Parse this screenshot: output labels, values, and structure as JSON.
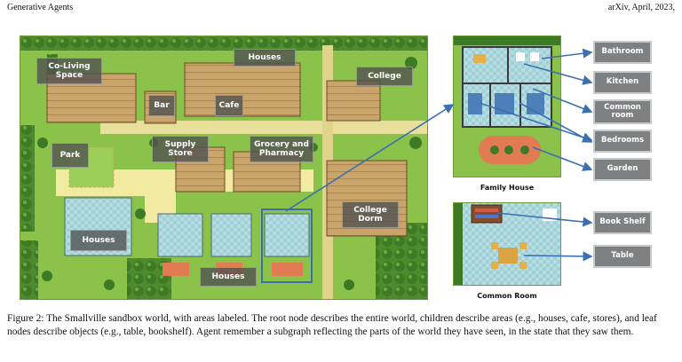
{
  "header": {
    "left": "Generative Agents",
    "right": "arXiv, April, 2023,"
  },
  "map": {
    "labels": {
      "co_living": "Co-Living\nSpace",
      "houses_top": "Houses",
      "college": "College",
      "bar": "Bar",
      "cafe": "Cafe",
      "park": "Park",
      "supply_store": "Supply\nStore",
      "grocery": "Grocery and\nPharmacy",
      "college_dorm": "College\nDorm",
      "houses_left": "Houses",
      "houses_bottom": "Houses"
    }
  },
  "family_house": {
    "caption": "Family House",
    "labels": {
      "bathroom": "Bathroom",
      "kitchen": "Kitchen",
      "common_room": "Common\nroom",
      "bedrooms": "Bedrooms",
      "garden": "Garden"
    }
  },
  "common_room": {
    "caption": "Common Room",
    "labels": {
      "book_shelf": "Book Shelf",
      "table": "Table"
    }
  },
  "colors": {
    "arrow": "#3b6fb0",
    "grass": "#8bc34a",
    "path": "#f2eaa0"
  },
  "figure_caption": "Figure 2: The Smallville sandbox world, with areas labeled. The root node describes the entire world, children describe areas (e.g., houses, cafe, stores), and leaf nodes describe objects (e.g., table, bookshelf). Agent remember a subgraph reflecting the parts of the world they have seen, in the state that they saw them."
}
